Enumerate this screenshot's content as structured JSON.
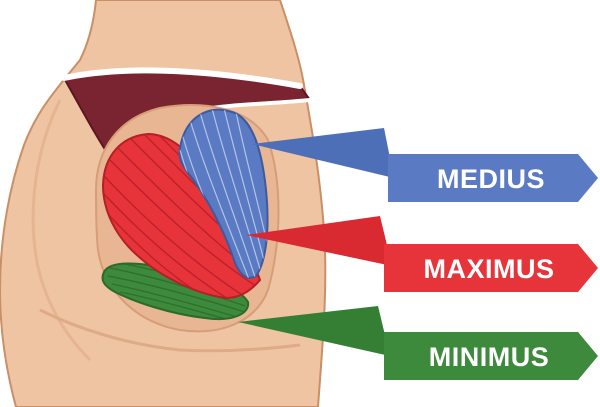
{
  "labels": {
    "medius": "MEDIUS",
    "maximus": "MAXIMUS",
    "minimus": "MINIMUS"
  },
  "colors": {
    "skin": "#efc4a3",
    "skin_shadow": "#e2ac86",
    "skin_outline": "#c98f68",
    "underwear": "#7b2431",
    "underwear_dark": "#5c1622",
    "medius": "#5a7bc3",
    "medius_dark": "#3e5a9e",
    "maximus": "#e7333a",
    "maximus_dark": "#b51f27",
    "minimus": "#3e8a3d",
    "minimus_dark": "#2b6a2b"
  }
}
